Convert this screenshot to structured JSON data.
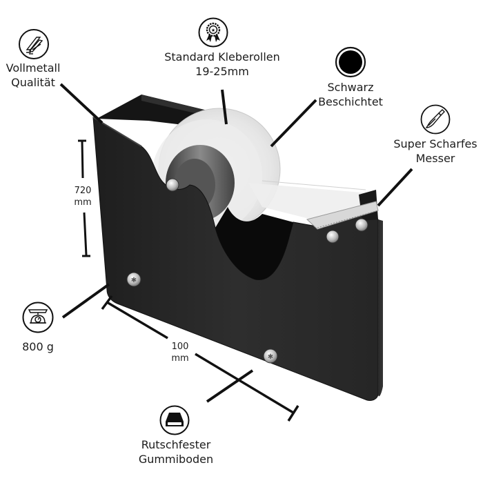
{
  "features": {
    "metal": {
      "icon": "steel-beams-icon",
      "line1": "Vollmetall",
      "line2": "Qualität"
    },
    "rolls": {
      "icon": "award-rosette-icon",
      "line1": "Standard Kleberollen",
      "line2": "19-25mm"
    },
    "coating": {
      "icon": "black-circle-icon",
      "line1": "Schwarz",
      "line2": "Beschichtet"
    },
    "blade": {
      "icon": "knife-icon",
      "line1": "Super Scharfes",
      "line2": "Messer"
    },
    "weight": {
      "icon": "kitchen-scale-icon",
      "line1": "800 g"
    },
    "base": {
      "icon": "rubber-foot-icon",
      "line1": "Rutschfester",
      "line2": "Gummiboden"
    }
  },
  "dimensions": {
    "height": {
      "value": "720",
      "unit": "mm"
    },
    "length": {
      "value": "100",
      "unit": "mm"
    }
  },
  "colors": {
    "body": "#2b2b2b",
    "line": "#111111",
    "text": "#1c1c1c",
    "background": "#ffffff"
  }
}
